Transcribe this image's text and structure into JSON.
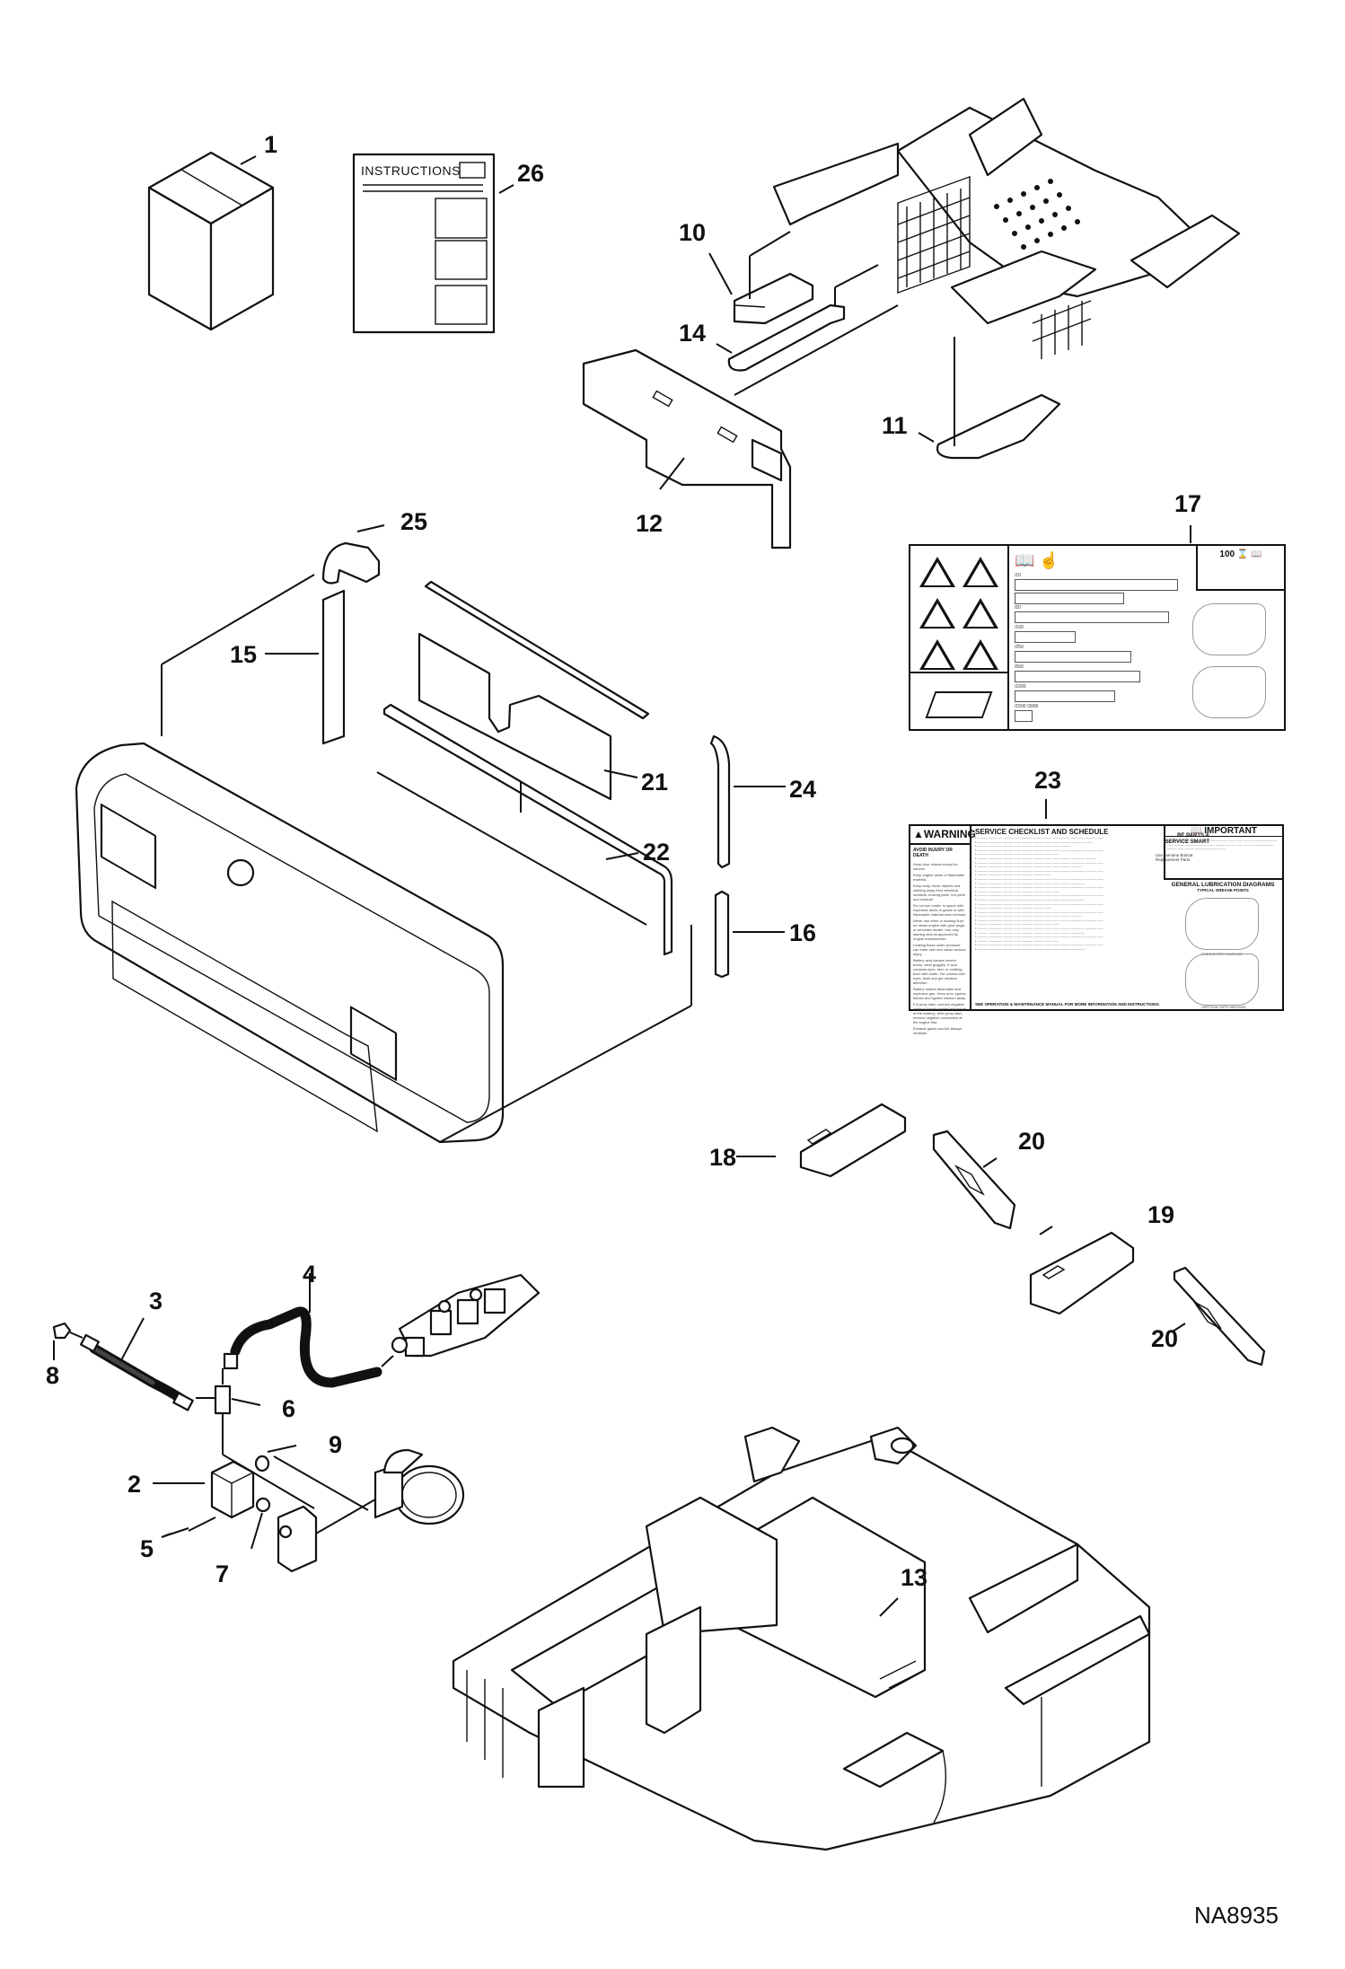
{
  "diagram": {
    "type": "exploded-parts-diagram",
    "drawing_id": "NA8935",
    "callouts": [
      {
        "id": "1",
        "part": "box / kit carton"
      },
      {
        "id": "2",
        "part": "valve block"
      },
      {
        "id": "3",
        "part": "hose"
      },
      {
        "id": "4",
        "part": "hose"
      },
      {
        "id": "5",
        "part": "pin"
      },
      {
        "id": "6",
        "part": "tee fitting"
      },
      {
        "id": "7",
        "part": "plug"
      },
      {
        "id": "8",
        "part": "nut"
      },
      {
        "id": "9",
        "part": "o-ring"
      },
      {
        "id": "10",
        "part": "foam pad"
      },
      {
        "id": "11",
        "part": "foam pad"
      },
      {
        "id": "12",
        "part": "foam panel"
      },
      {
        "id": "13",
        "part": "foam block"
      },
      {
        "id": "14",
        "part": "foam strip"
      },
      {
        "id": "15",
        "part": "foam strip"
      },
      {
        "id": "16",
        "part": "foam strip"
      },
      {
        "id": "17",
        "part": "decal"
      },
      {
        "id": "18",
        "part": "block"
      },
      {
        "id": "19",
        "part": "block"
      },
      {
        "id": "20",
        "part": "wedge"
      },
      {
        "id": "21",
        "part": "foam panel"
      },
      {
        "id": "22",
        "part": "foam panel"
      },
      {
        "id": "23",
        "part": "decal"
      },
      {
        "id": "24",
        "part": "foam strip"
      },
      {
        "id": "25",
        "part": "clip"
      },
      {
        "id": "26",
        "part": "instructions"
      }
    ],
    "labels": {
      "c1": "1",
      "c2": "2",
      "c3": "3",
      "c4": "4",
      "c5": "5",
      "c6": "6",
      "c7": "7",
      "c8": "8",
      "c9": "9",
      "c10": "10",
      "c11": "11",
      "c12": "12",
      "c13": "13",
      "c14": "14",
      "c15": "15",
      "c16": "16",
      "c17": "17",
      "c18": "18",
      "c19": "19",
      "c20a": "20",
      "c20b": "20",
      "c21": "21",
      "c22": "22",
      "c23": "23",
      "c24": "24",
      "c25": "25",
      "c26": "26"
    }
  },
  "instructions_sheet": {
    "title": "INSTRUCTIONS"
  },
  "decal17": {
    "hours_label": "100",
    "intervals": [
      "/10",
      "/50",
      "/100",
      "/250",
      "/500",
      "/1000",
      "/1500 /3000"
    ]
  },
  "decal23": {
    "warning_title": "WARNING",
    "warning_subtitle": "AVOID INJURY OR DEATH",
    "warning_bullets": [
      "Keep door closed except for service.",
      "Keep engine clean of flammable material.",
      "Keep body, loose objects and clothing away from electrical contacts, moving parts, hot parts and exhaust.",
      "Do not use loader in space with explosive dusts or gases or with flammable material near exhaust.",
      "Never use ether or starting fluid on diesel engine with glow plugs or air intake heater. Use only starting aids as approved by engine manufacturer.",
      "Leaking fluids under pressure can enter skin and cause serious injury.",
      "Battery acid causes severe burns, wear goggles. If acid contacts eyes, skin, or clothing, flush with water. For contact with eyes, flush and get medical attention.",
      "Battery makes flammable and explosive gas. Keep arcs, sparks, flames and lighted tobacco away.",
      "For jump start, connect negative cable to loader engine last (never at the battery). After jump start, remove negative connection at the engine first.",
      "Exhaust gases can kill. Always ventilate."
    ],
    "service_title": "SERVICE CHECKLIST AND SCHEDULE",
    "service_footer": "SEE OPERATION & MAINTENANCE MANUAL FOR MORE INFORMATION AND INSTRUCTIONS.",
    "parts_smart": "BE PARTS & SERVICE SMART",
    "parts_smart_sub": "Use Genuine Bobcat Replacement Parts",
    "important_title": "IMPORTANT",
    "lube_title": "GENERAL LUBRICATION DIAGRAMS",
    "lube_sub": "TYPICAL GREASE POINTS",
    "machine_1": "RADIUS PATH MACHINE",
    "machine_2": "VERTICAL PATH MACHINE"
  }
}
